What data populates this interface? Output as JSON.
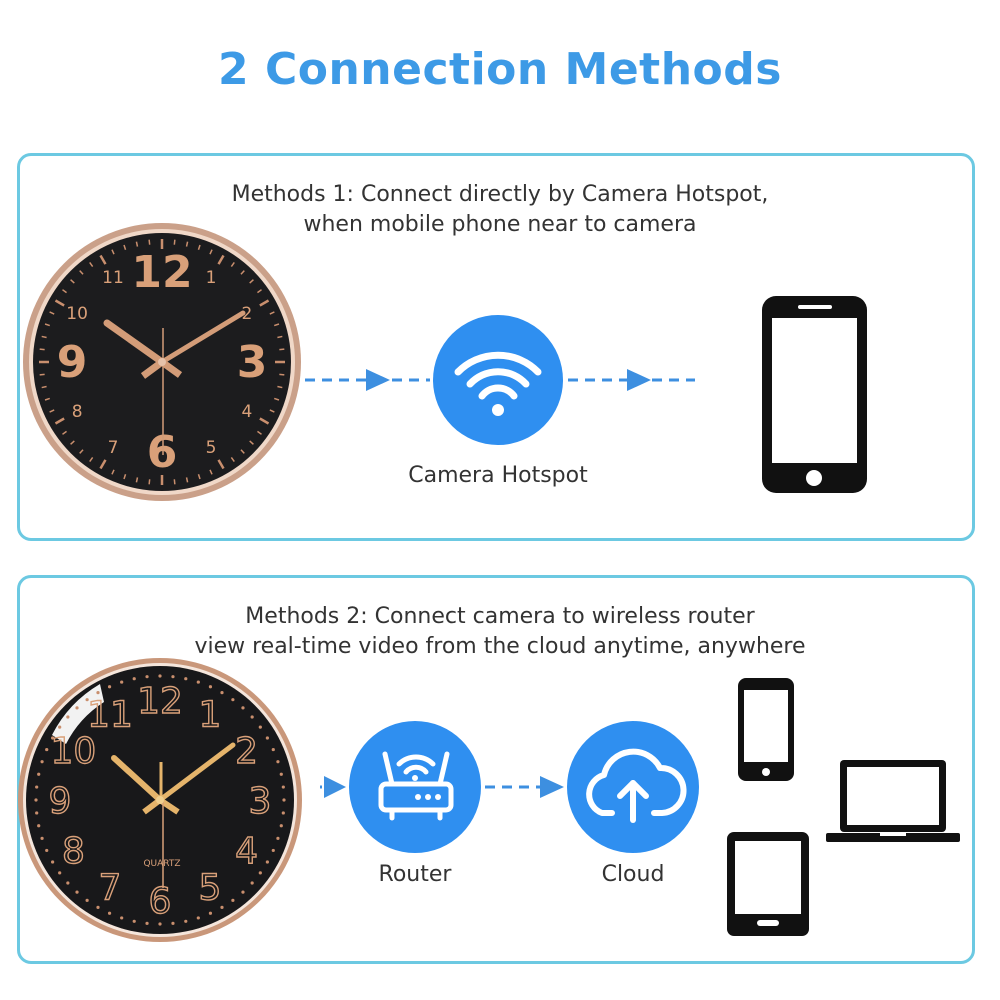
{
  "title": "2 Connection Methods",
  "method1": {
    "line1": "Methods 1: Connect directly by Camera Hotspot,",
    "line2": "when mobile phone near to camera",
    "hotspot_label": "Camera Hotspot"
  },
  "method2": {
    "line1": "Methods 2: Connect camera to wireless router",
    "line2": "view real-time video from the cloud anytime, anywhere",
    "router_label": "Router",
    "cloud_label": "Cloud"
  },
  "clock1": {
    "numerals": [
      "12",
      "1",
      "2",
      "3",
      "4",
      "5",
      "6",
      "7",
      "8",
      "9",
      "10",
      "11"
    ]
  },
  "clock2": {
    "numerals": [
      "12",
      "1",
      "2",
      "3",
      "4",
      "5",
      "6",
      "7",
      "8",
      "9",
      "10",
      "11"
    ],
    "brand": "QUARTZ"
  },
  "colors": {
    "title": "#3d9ae6",
    "accent_circle": "#2f8ff0",
    "border": "#6cc9e2",
    "clock_gold": "#d9a079",
    "clock_face": "#1b1b1d"
  },
  "icons": [
    "wifi-icon",
    "router-icon",
    "cloud-upload-icon",
    "smartphone-icon",
    "laptop-icon",
    "tablet-icon",
    "dashed-arrow-icon"
  ]
}
